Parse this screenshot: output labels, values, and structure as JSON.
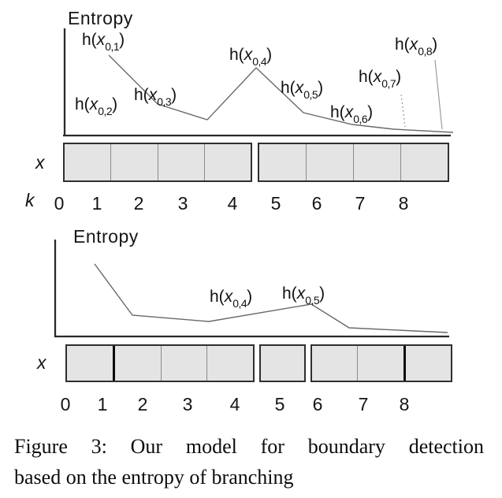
{
  "top_plot": {
    "ylabel": "Entropy",
    "curve_points": [
      [
        138,
        70
      ],
      [
        200,
        132
      ],
      [
        263,
        152
      ],
      [
        325,
        86
      ],
      [
        385,
        143
      ],
      [
        447,
        158
      ],
      [
        500,
        164
      ],
      [
        575,
        168
      ]
    ],
    "axes": {
      "y_axis": [
        82,
        36,
        82,
        173
      ],
      "x_axis": [
        80,
        172,
        572,
        172
      ]
    },
    "leaders": {
      "to_k7": [
        509,
        120,
        514,
        161
      ],
      "to_k8": [
        552,
        76,
        561,
        164
      ]
    },
    "labels": [
      {
        "pre": "h(",
        "var": "x",
        "sub": "0,1",
        "post": ")"
      },
      {
        "pre": "h(",
        "var": "x",
        "sub": "0,2",
        "post": ")"
      },
      {
        "pre": "h(",
        "var": "x",
        "sub": "0,3",
        "post": ")"
      },
      {
        "pre": "h(",
        "var": "x",
        "sub": "0,4",
        "post": ")"
      },
      {
        "pre": "h(",
        "var": "x",
        "sub": "0,5",
        "post": ")"
      },
      {
        "pre": "h(",
        "var": "x",
        "sub": "0,6",
        "post": ")"
      },
      {
        "pre": "h(",
        "var": "x",
        "sub": "0,7",
        "post": ")"
      },
      {
        "pre": "h(",
        "var": "x",
        "sub": "0,8",
        "post": ")"
      }
    ]
  },
  "top_strip": {
    "label": "x"
  },
  "k_axis": {
    "label": "k",
    "values": [
      "0",
      "1",
      "2",
      "3",
      "4",
      "5",
      "6",
      "7",
      "8"
    ]
  },
  "bottom_plot": {
    "ylabel": "Entropy",
    "curve_points": [
      [
        120,
        335
      ],
      [
        168,
        400
      ],
      [
        265,
        408
      ],
      [
        395,
        386
      ],
      [
        443,
        416
      ],
      [
        568,
        422
      ]
    ],
    "axes": {
      "y_axis": [
        70,
        304,
        70,
        428
      ],
      "x_axis": [
        69,
        427,
        570,
        427
      ]
    },
    "labels": [
      {
        "pre": "h(",
        "var": "x",
        "sub": "0,4",
        "post": ")"
      },
      {
        "pre": "h(",
        "var": "x",
        "sub": "0,5",
        "post": ")"
      }
    ]
  },
  "bottom_strip": {
    "label": "x"
  },
  "bottom_axis": {
    "values": [
      "0",
      "1",
      "2",
      "3",
      "4",
      "5",
      "6",
      "7",
      "8"
    ]
  },
  "caption": {
    "line1": "Figure 3: Our model for boundary detection",
    "line2": "based on the entropy of branching"
  }
}
